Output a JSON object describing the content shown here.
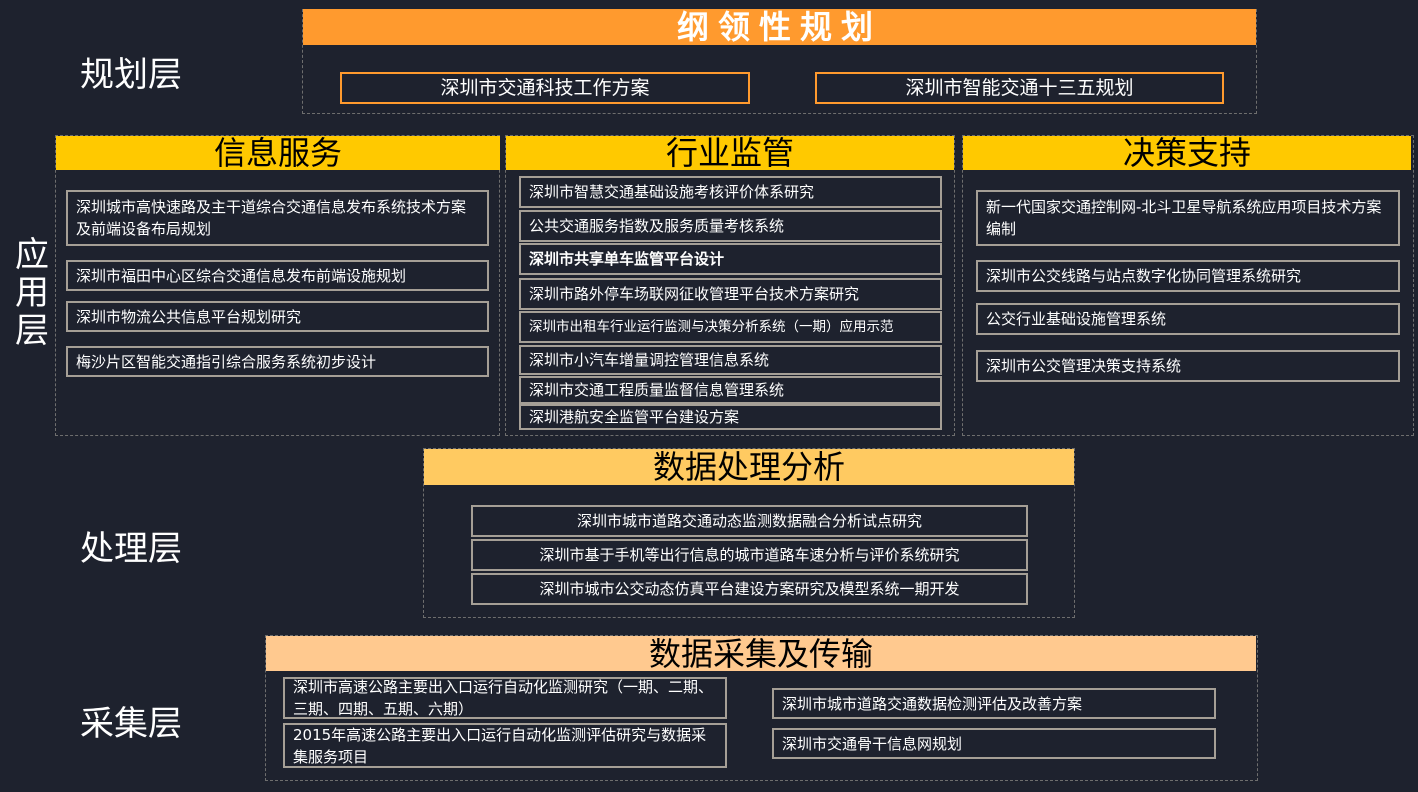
{
  "layers": {
    "planning": "规划层",
    "application": [
      "应",
      "用",
      "层"
    ],
    "processing": "处理层",
    "collection": "采集层"
  },
  "planning": {
    "header": "纲领性规划",
    "items": [
      "深圳市交通科技工作方案",
      "深圳市智能交通十三五规划"
    ]
  },
  "info_service": {
    "header": "信息服务",
    "items": [
      "深圳城市高快速路及主干道综合交通信息发布系统技术方案及前端设备布局规划",
      "深圳市福田中心区综合交通信息发布前端设施规划",
      "深圳市物流公共信息平台规划研究",
      "梅沙片区智能交通指引综合服务系统初步设计"
    ]
  },
  "industry_supervision": {
    "header": "行业监管",
    "items": [
      "深圳市智慧交通基础设施考核评价体系研究",
      "公共交通服务指数及服务质量考核系统",
      "深圳市共享单车监管平台设计",
      "深圳市路外停车场联网征收管理平台技术方案研究",
      "深圳市出租车行业运行监测与决策分析系统（一期）应用示范",
      "深圳市小汽车增量调控管理信息系统",
      "深圳市交通工程质量监督信息管理系统",
      "深圳港航安全监管平台建设方案"
    ]
  },
  "decision_support": {
    "header": "决策支持",
    "items": [
      "新一代国家交通控制网-北斗卫星导航系统应用项目技术方案编制",
      "深圳市公交线路与站点数字化协同管理系统研究",
      "公交行业基础设施管理系统",
      "深圳市公交管理决策支持系统"
    ]
  },
  "data_processing": {
    "header": "数据处理分析",
    "items": [
      "深圳市城市道路交通动态监测数据融合分析试点研究",
      "深圳市基于手机等出行信息的城市道路车速分析与评价系统研究",
      "深圳市城市公交动态仿真平台建设方案研究及模型系统一期开发"
    ]
  },
  "data_collection": {
    "header": "数据采集及传输",
    "items": [
      "深圳市高速公路主要出入口运行自动化监测研究（一期、二期、三期、四期、五期、六期）",
      "2015年高速公路主要出入口运行自动化监测评估研究与数据采集服务项目",
      "深圳市城市道路交通数据检测评估及改善方案",
      "深圳市交通骨干信息网规划"
    ]
  },
  "colors": {
    "background": "#1e222e",
    "planning_header": "#ff9a2e",
    "application_header": "#ffc900",
    "processing_header": "#ffca61",
    "collection_header": "#ffc98f",
    "box_border": "#a59f96"
  }
}
